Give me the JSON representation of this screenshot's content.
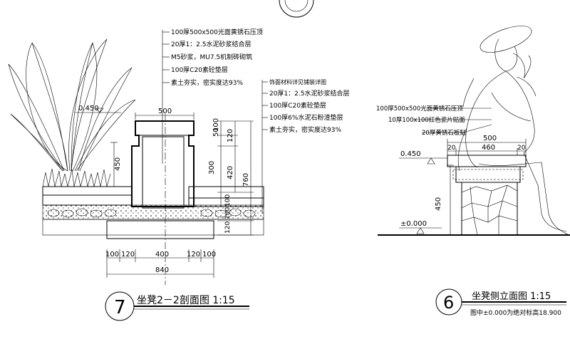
{
  "left_section": {
    "callouts_top": [
      "100厚500x500光面黄锈石压顶",
      "20厚1：2.5水泥砂浆结合层",
      "M5砂浆，MU7.5机制砖砌筑",
      "100厚C20素砼垫层",
      "素土夯实，密实度达93%"
    ],
    "callouts_right": [
      "饰面材料详见铺装详图",
      "20厚1：2.5水泥砂浆结合层",
      "100厚C20素砼垫层",
      "100厚6%水泥石粉渣垫层",
      "素土夯实，密实度达93%"
    ],
    "elevation_label": "0.450",
    "dim_top": "500",
    "dim_vertical": [
      "50",
      "100",
      "120",
      "300",
      "420",
      "760",
      "100",
      "120",
      "100"
    ],
    "dim_left_height": "450",
    "dim_bottom": [
      "100",
      "120",
      "400",
      "120",
      "100"
    ],
    "dim_bottom_total": "840",
    "title_number": "7",
    "title_text": "坐凳2－2剖面图 1:15"
  },
  "right_section": {
    "callouts": [
      "100厚500x500光面黄锈石压顶",
      "10厚100x100红色瓷片贴面",
      "20厚黄锈石板贴"
    ],
    "elevation_top": "0.450",
    "elevation_ground": "±0.000",
    "dim_height": "450",
    "dim_top": [
      "500",
      "20",
      "460",
      "20"
    ],
    "title_number": "6",
    "title_text": "坐凳侧立面图 1:15",
    "note": "图中±0.000为绝对标高18.900"
  }
}
